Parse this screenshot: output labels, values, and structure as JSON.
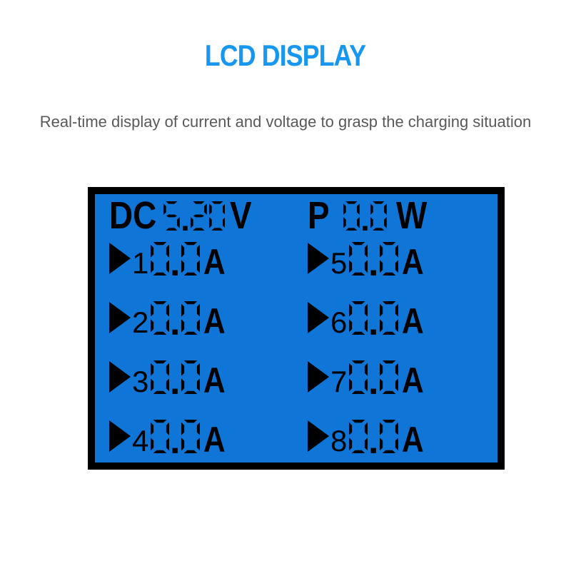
{
  "title": "LCD DISPLAY",
  "subtitle": "Real-time display of current and voltage to grasp the charging situation",
  "colors": {
    "title": "#1897F0",
    "subtitle": "#595959",
    "lcd_background": "#0F75D7",
    "lcd_foreground": "#000000",
    "lcd_border": "#000000"
  },
  "lcd": {
    "voltage": {
      "label": "DC",
      "value": "5.20",
      "unit": "V"
    },
    "power": {
      "label": "P",
      "value": "0.0",
      "unit": "W"
    },
    "ports": [
      {
        "port": "1",
        "current": "0.0",
        "unit": "A"
      },
      {
        "port": "2",
        "current": "0.0",
        "unit": "A"
      },
      {
        "port": "3",
        "current": "0.0",
        "unit": "A"
      },
      {
        "port": "4",
        "current": "0.0",
        "unit": "A"
      },
      {
        "port": "5",
        "current": "0.0",
        "unit": "A"
      },
      {
        "port": "6",
        "current": "0.0",
        "unit": "A"
      },
      {
        "port": "7",
        "current": "0.0",
        "unit": "A"
      },
      {
        "port": "8",
        "current": "0.0",
        "unit": "A"
      }
    ]
  }
}
